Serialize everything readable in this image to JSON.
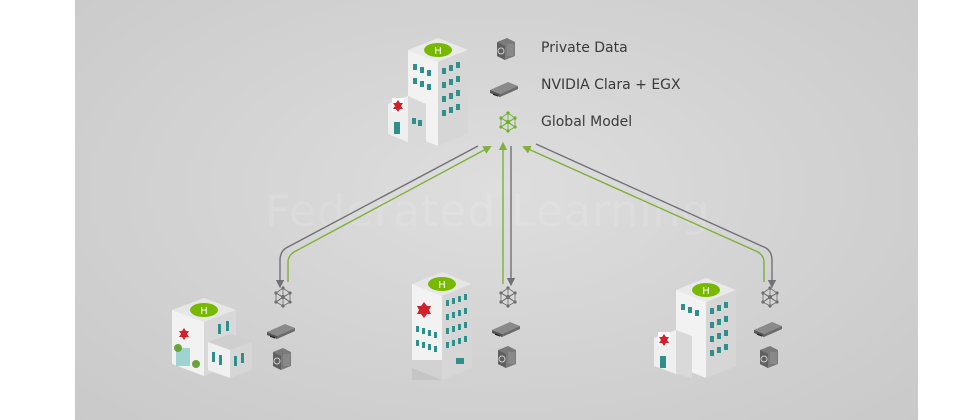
{
  "title_watermark": "Federated Learning",
  "legend": {
    "items": [
      {
        "icon": "private-data-icon",
        "label": "Private Data"
      },
      {
        "icon": "gpu-card-icon",
        "label": "NVIDIA Clara + EGX"
      },
      {
        "icon": "neural-network-icon",
        "label": "Global Model"
      }
    ]
  },
  "nodes": {
    "central": {
      "name": "central-hospital",
      "helipad_letter": "H"
    },
    "clients": [
      {
        "name": "hospital-left",
        "helipad_letter": "H"
      },
      {
        "name": "hospital-center",
        "helipad_letter": "H"
      },
      {
        "name": "hospital-right",
        "helipad_letter": "H"
      }
    ]
  },
  "colors": {
    "panel": "#d2d2d2",
    "green": "#76b900",
    "green_line": "#7fb03a",
    "gray_line": "#707078",
    "teal_window": "#2f8f8a",
    "red_cross": "#d4202a",
    "text": "#3a3a3a"
  }
}
